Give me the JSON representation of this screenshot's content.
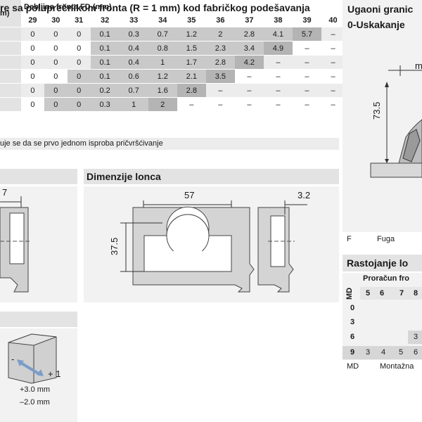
{
  "top_heading": "re sa poluprečnikom fronta (R = 1 mm) kod fabričkog podešavanja",
  "left_unit_label": "m)",
  "thickness_header": "Debljina fronta FD (mm)",
  "columns": [
    "29",
    "30",
    "31",
    "32",
    "33",
    "34",
    "35",
    "36",
    "37",
    "38",
    "39",
    "40"
  ],
  "rows": [
    [
      "0",
      "0",
      "0",
      "0.1",
      "0.3",
      "0.7",
      "1.2",
      "2",
      "2.8",
      "4.1",
      "5.7",
      "–"
    ],
    [
      "0",
      "0",
      "0",
      "0.1",
      "0.4",
      "0.8",
      "1.5",
      "2.3",
      "3.4",
      "4.9",
      "–",
      "–"
    ],
    [
      "0",
      "0",
      "0",
      "0.1",
      "0.4",
      "1",
      "1.7",
      "2.8",
      "4.2",
      "–",
      "–",
      "–"
    ],
    [
      "0",
      "0",
      "0",
      "0.1",
      "0.6",
      "1.2",
      "2.1",
      "3.5",
      "–",
      "–",
      "–",
      "–"
    ],
    [
      "0",
      "0",
      "0",
      "0.2",
      "0.7",
      "1.6",
      "2.8",
      "–",
      "–",
      "–",
      "–",
      "–"
    ],
    [
      "0",
      "0",
      "0",
      "0.3",
      "1",
      "2",
      "–",
      "–",
      "–",
      "–",
      "–",
      "–"
    ]
  ],
  "footnote": "uje se da se prvo jednom isproba pričvršćivanje",
  "right_heading_1": "Ugaoni granic",
  "right_heading_2": "0-Uskakanje",
  "right_dim_top": "m",
  "right_dim_vertical": "73.5",
  "legend_f": "F",
  "legend_fuga": "Fuga",
  "cup_section_title": "Dimenzije lonca",
  "cup_dim_width": "57",
  "cup_dim_height": "37.5",
  "cup_dim_side": "3.2",
  "left_dim_partial": "7",
  "adjust_plus_label": "+ 1",
  "adjust_minus_label": "-",
  "adjust_plus_value": "+3.0 mm",
  "adjust_minus_value": "–2.0 mm",
  "spacing_title": "Rastojanje lo",
  "spacing_md_label": "MD",
  "spacing_calc_header": "Proračun fro",
  "spacing_cols": [
    "5",
    "6",
    "7",
    "8"
  ],
  "spacing_rows": [
    "0",
    "3",
    "6",
    "9"
  ],
  "spacing_row6_value": "3",
  "spacing_row9_values": [
    "3",
    "4",
    "5",
    "6"
  ],
  "spacing_footer_md": "MD",
  "spacing_footer_text": "Montažna"
}
